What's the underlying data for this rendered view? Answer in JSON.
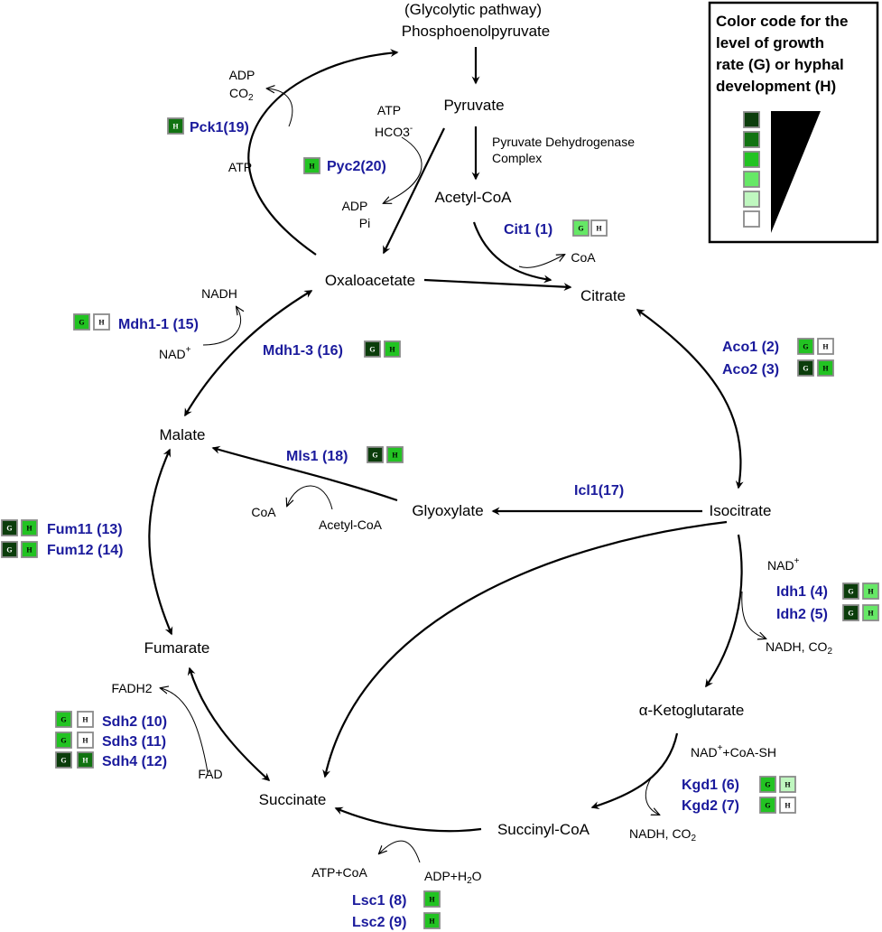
{
  "metabolites": {
    "glycolytic": "(Glycolytic pathway)",
    "pep": "Phosphoenolpyruvate",
    "pyruvate": "Pyruvate",
    "acetyl_coa": "Acetyl-CoA",
    "oxaloacetate": "Oxaloacetate",
    "citrate": "Citrate",
    "malate": "Malate",
    "glyoxylate": "Glyoxylate",
    "isocitrate": "Isocitrate",
    "fumarate": "Fumarate",
    "akg": "α-Ketoglutarate",
    "succinate": "Succinate",
    "succinyl_coa": "Succinyl-CoA"
  },
  "cofactors": {
    "adp1": "ADP",
    "co2_1": "CO",
    "co2_1_sub": "2",
    "atp1": "ATP",
    "atp2": "ATP",
    "hco3": "HCO3",
    "hco3_sup": "-",
    "adp2": "ADP",
    "pi": "Pi",
    "pdh_line1": "Pyruvate Dehydrogenase",
    "pdh_line2": "Complex",
    "coa1": "CoA",
    "nadh1": "NADH",
    "nad1": "NAD",
    "nad1_sup": "+",
    "coa2": "CoA",
    "acetyl_coa2": "Acetyl-CoA",
    "nad2": "NAD",
    "nad2_sup": "+",
    "nadh_co2_1": "NADH, CO",
    "nadh_co2_1_sub": "2",
    "fadh2": "FADH2",
    "fad": "FAD",
    "nad_coash": "NAD",
    "nad_coash_sup": "+",
    "nad_coash_rest": "+CoA-SH",
    "nadh_co2_2": "NADH, CO",
    "nadh_co2_2_sub": "2",
    "atp_coa": "ATP+CoA",
    "adp_h2o": "ADP+H",
    "adp_h2o_sub": "2",
    "adp_h2o_end": "O"
  },
  "enzymes": {
    "pck1": "Pck1(19)",
    "pyc2": "Pyc2(20)",
    "cit1": "Cit1 (1)",
    "mdh1_1": "Mdh1-1 (15)",
    "mdh1_3": "Mdh1-3 (16)",
    "aco1": "Aco1 (2)",
    "aco2": "Aco2 (3)",
    "mls1": "Mls1 (18)",
    "icl1": "Icl1(17)",
    "fum11": "Fum11 (13)",
    "fum12": "Fum12 (14)",
    "idh1": "Idh1 (4)",
    "idh2": "Idh2 (5)",
    "sdh2": "Sdh2 (10)",
    "sdh3": "Sdh3 (11)",
    "sdh4": "Sdh4 (12)",
    "kgd1": "Kgd1 (6)",
    "kgd2": "Kgd2 (7)",
    "lsc1": "Lsc1 (8)",
    "lsc2": "Lsc2 (9)"
  },
  "legend": {
    "line1": "Color code for the",
    "line2": "level of growth",
    "line3": "rate (G) or hyphal",
    "line4": "development (H)",
    "levels": [
      "#0b3d0b",
      "#117311",
      "#22c322",
      "#66e866",
      "#bff7bf",
      "#ffffff"
    ]
  },
  "level_colors": {
    "L0": "#0b3d0b",
    "L1": "#117311",
    "L2": "#22c322",
    "L3": "#66e866",
    "L4": "#bff7bf",
    "L5": "#ffffff"
  },
  "badge_letters": {
    "g": "G",
    "h": "H"
  },
  "badges": {
    "pck1_h": "L1",
    "pyc2_h": "L2",
    "cit1_g": "L3",
    "cit1_h": "L5",
    "mdh1_1_g": "L2",
    "mdh1_1_h": "L5",
    "mdh1_3_g": "L0",
    "mdh1_3_h": "L2",
    "aco1_g": "L2",
    "aco1_h": "L5",
    "aco2_g": "L0",
    "aco2_h": "L2",
    "mls1_g": "L0",
    "mls1_h": "L2",
    "fum11_g": "L0",
    "fum11_h": "L2",
    "fum12_g": "L0",
    "fum12_h": "L2",
    "idh1_g": "L0",
    "idh1_h": "L3",
    "idh2_g": "L0",
    "idh2_h": "L3",
    "sdh2_g": "L2",
    "sdh2_h": "L5",
    "sdh3_g": "L2",
    "sdh3_h": "L5",
    "sdh4_g": "L0",
    "sdh4_h": "L1",
    "kgd1_g": "L2",
    "kgd1_h": "L4",
    "kgd2_g": "L2",
    "kgd2_h": "L5",
    "lsc1_h": "L2",
    "lsc2_h": "L2"
  }
}
